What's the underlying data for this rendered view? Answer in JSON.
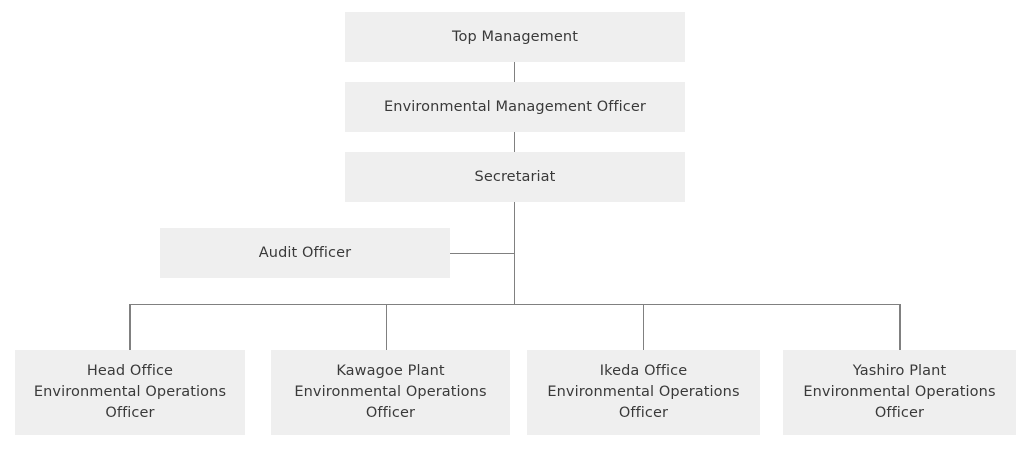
{
  "chart_data": {
    "type": "diagram",
    "diagram_type": "organization-chart",
    "title": "",
    "orientation": "top-down",
    "node_fill": "#efefef",
    "text_color": "#3a3a3a",
    "line_color": "#808080",
    "background": "#ffffff",
    "nodes": [
      {
        "id": "top_management",
        "label": "Top Management",
        "level": 0
      },
      {
        "id": "env_officer",
        "label": "Environmental Management Officer",
        "level": 1
      },
      {
        "id": "secretariat",
        "label": "Secretariat",
        "level": 2
      },
      {
        "id": "audit_officer",
        "label": "Audit Officer",
        "level": 3
      },
      {
        "id": "head_office",
        "label": "Head Office\nEnvironmental Operations\nOfficer",
        "level": 4
      },
      {
        "id": "kawagoe_plant",
        "label": "Kawagoe Plant\nEnvironmental Operations\nOfficer",
        "level": 4
      },
      {
        "id": "ikeda_office",
        "label": "Ikeda Office\nEnvironmental Operations\nOfficer",
        "level": 4
      },
      {
        "id": "yashiro_plant",
        "label": "Yashiro Plant\nEnvironmental Operations\nOfficer",
        "level": 4
      }
    ],
    "edges": [
      {
        "from": "top_management",
        "to": "env_officer"
      },
      {
        "from": "env_officer",
        "to": "secretariat"
      },
      {
        "from": "secretariat",
        "to": "audit_officer"
      },
      {
        "from": "secretariat",
        "to": "head_office"
      },
      {
        "from": "secretariat",
        "to": "kawagoe_plant"
      },
      {
        "from": "secretariat",
        "to": "ikeda_office"
      },
      {
        "from": "secretariat",
        "to": "yashiro_plant"
      }
    ]
  },
  "chart": {
    "nodes": {
      "top_management": "Top Management",
      "env_officer": "Environmental Management Officer",
      "secretariat": "Secretariat",
      "audit_officer": "Audit Officer",
      "head_office": "Head Office\nEnvironmental Operations\nOfficer",
      "kawagoe_plant": "Kawagoe Plant\nEnvironmental Operations\nOfficer",
      "ikeda_office": "Ikeda Office\nEnvironmental Operations\nOfficer",
      "yashiro_plant": "Yashiro Plant\nEnvironmental Operations\nOfficer"
    }
  }
}
